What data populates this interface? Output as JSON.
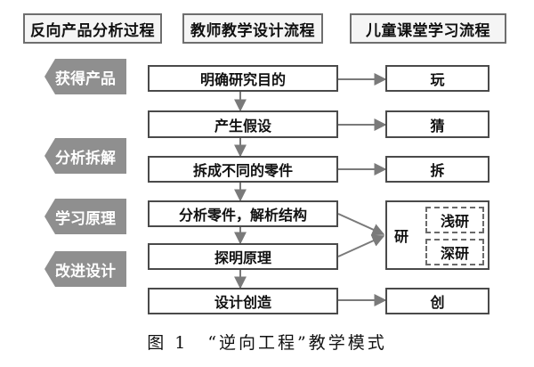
{
  "headers": {
    "reverse": "反向产品分析过程",
    "teacher": "教师教学设计流程",
    "child": "儿童课堂学习流程"
  },
  "tags": {
    "t1": "获得产品",
    "t2": "分析拆解",
    "t3": "学习原理",
    "t4": "改进设计"
  },
  "teacher_steps": {
    "s1": "明确研究目的",
    "s2": "产生假设",
    "s3": "拆成不同的零件",
    "s4": "分析零件，解析结构",
    "s5": "探明原理",
    "s6": "设计创造"
  },
  "child_steps": {
    "c1": "玩",
    "c2": "猜",
    "c3": "拆",
    "c4_main": "研",
    "c4_sub1": "浅研",
    "c4_sub2": "深研",
    "c5": "创"
  },
  "caption": "图 1　“逆向工程”教学模式"
}
